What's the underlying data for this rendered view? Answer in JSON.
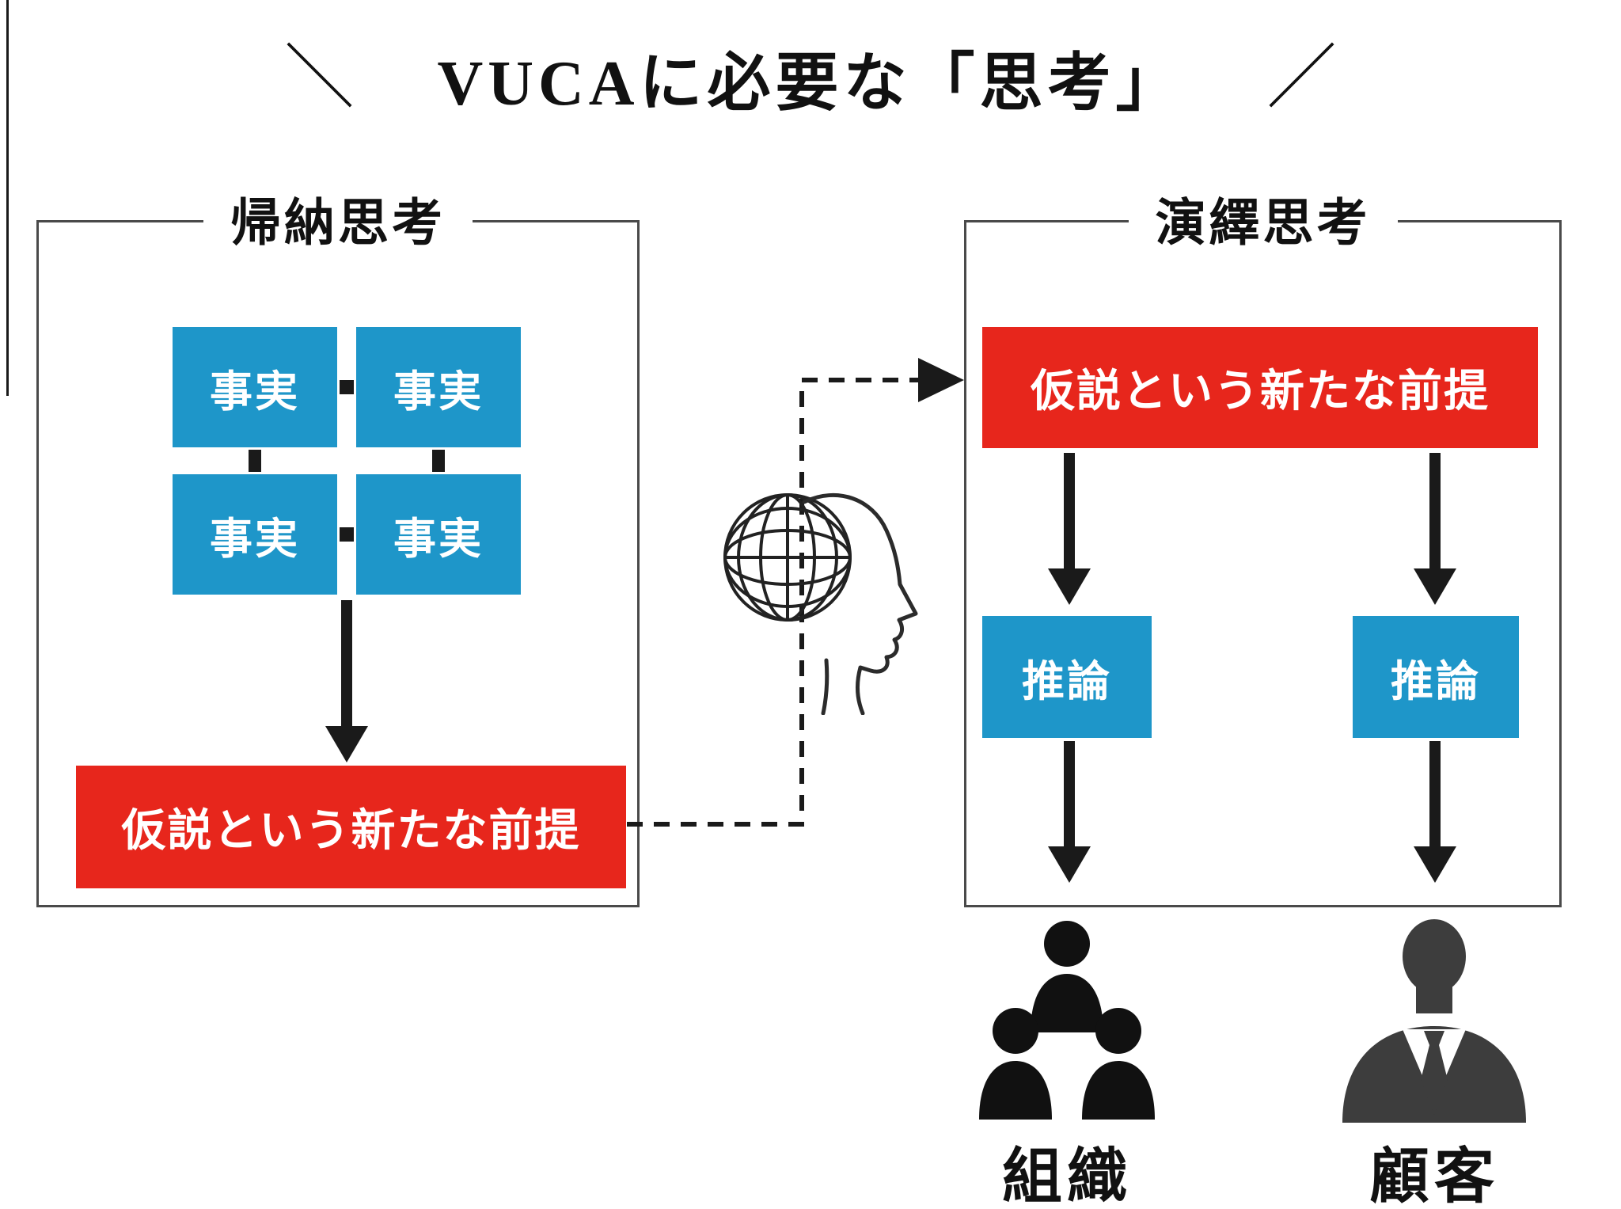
{
  "title": {
    "left_slash": "＼",
    "text": "VUCAに必要な「思考」",
    "right_slash": "／"
  },
  "left_panel": {
    "heading": "帰納思考",
    "facts": [
      "事実",
      "事実",
      "事実",
      "事実"
    ],
    "conclusion": "仮説という新たな前提"
  },
  "right_panel": {
    "heading": "演繹思考",
    "premise": "仮説という新たな前提",
    "inferences": [
      "推論",
      "推論"
    ],
    "outcomes": [
      {
        "label": "組織",
        "icon": "organization-people-icon"
      },
      {
        "label": "顧客",
        "icon": "customer-silhouette-icon"
      }
    ]
  },
  "icons": {
    "center_icon": "globe-head-icon",
    "organization_icon": "organization-people-icon",
    "customer_icon": "customer-silhouette-icon"
  },
  "colors": {
    "blue": "#1e96c9",
    "red": "#e7261c",
    "ink": "#1a1a1a"
  }
}
